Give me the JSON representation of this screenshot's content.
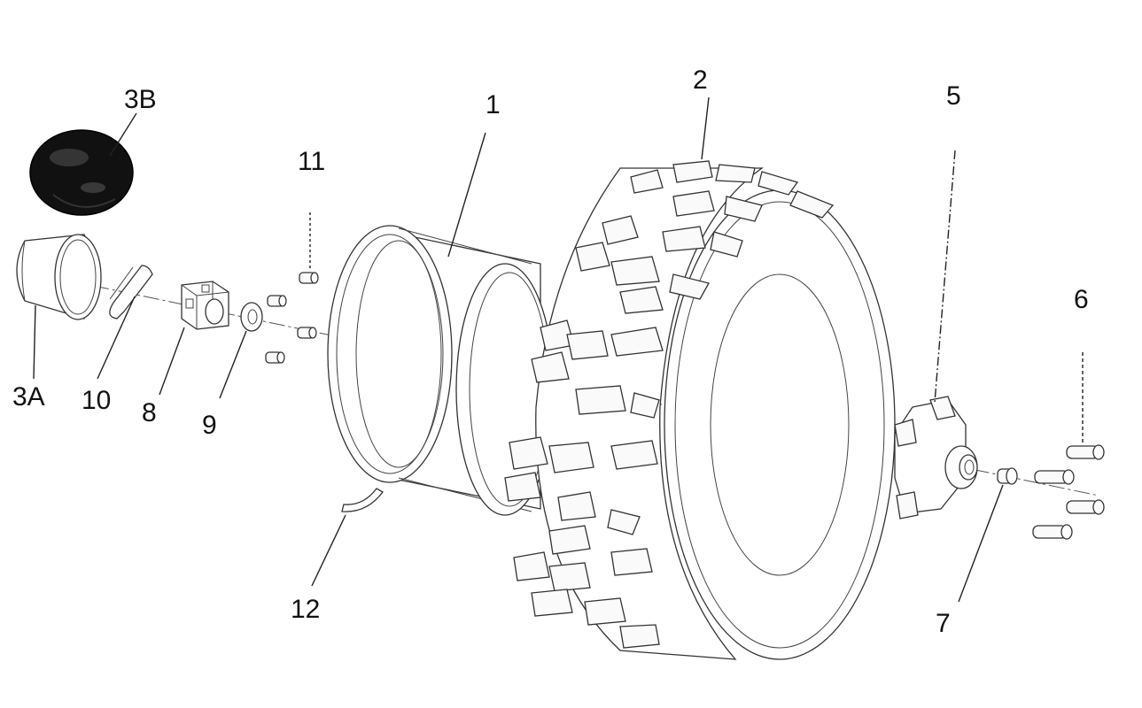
{
  "labels": {
    "l1": "1",
    "l2": "2",
    "l3a": "3A",
    "l3b": "3B",
    "l5": "5",
    "l6": "6",
    "l7": "7",
    "l8": "8",
    "l9": "9",
    "l10": "10",
    "l11": "11",
    "l12": "12"
  }
}
